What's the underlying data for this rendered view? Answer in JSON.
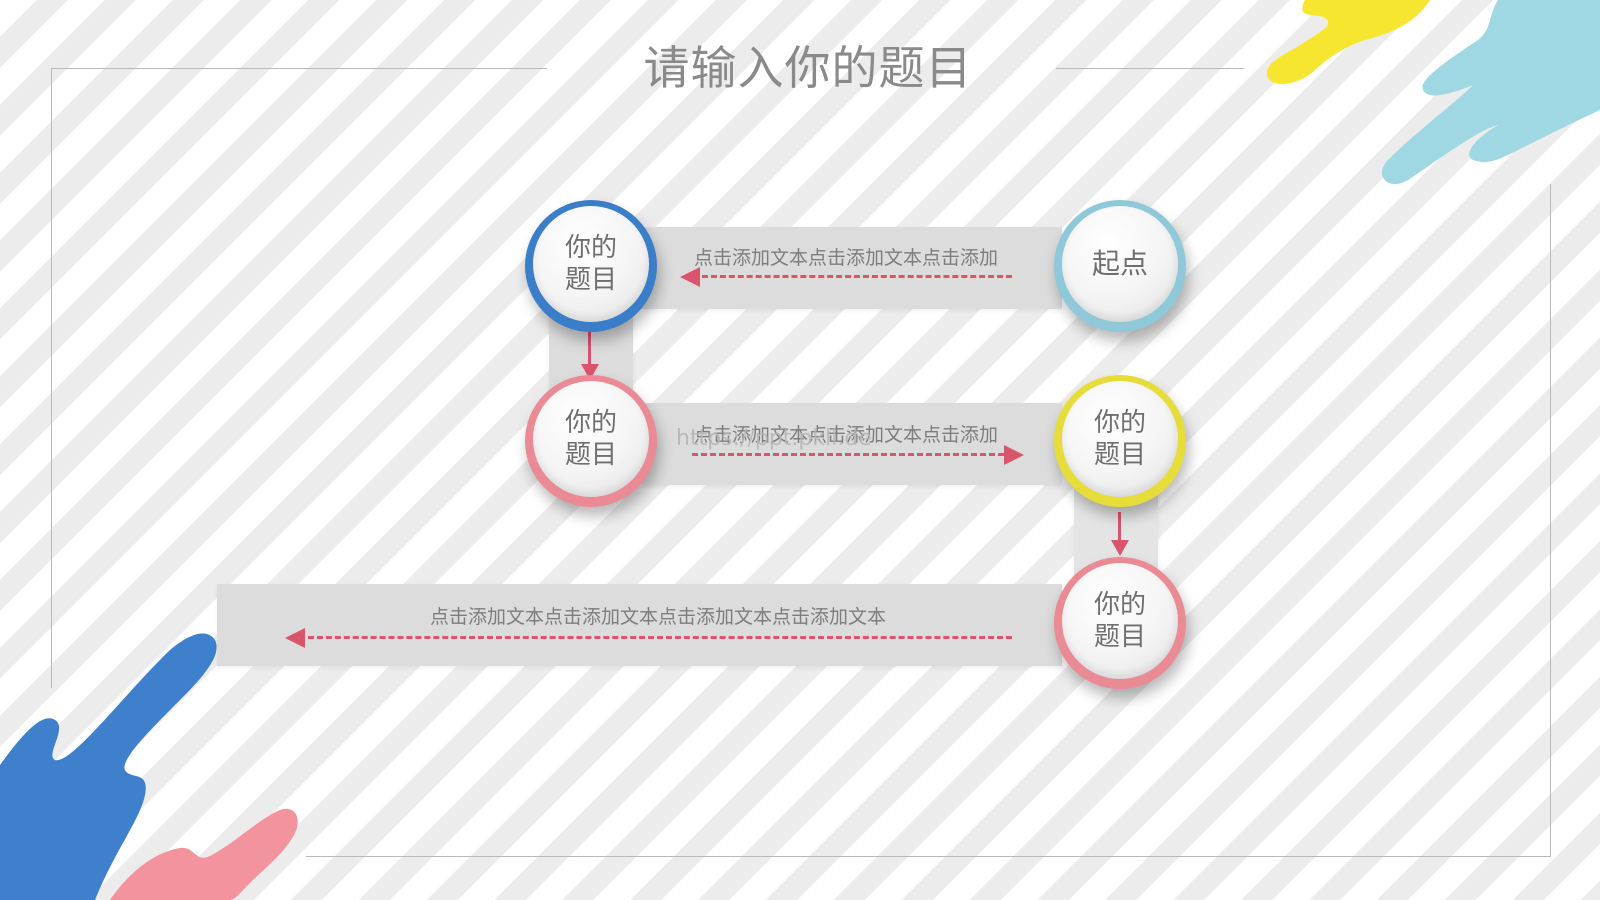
{
  "title": "请输入你的题目",
  "nodes": {
    "start": "起点",
    "step1": "你的题目",
    "step2": "你的题目",
    "step3": "你的题目",
    "step4": "你的题目"
  },
  "bands": {
    "top": "点击添加文本点击添加文本点击添加",
    "middle": "点击添加文本点击添加文本点击添加",
    "bottom": "点击添加文本点击添加文本点击添加文本点击添加文本"
  },
  "watermark": "https://ppt.pkll.de",
  "colors": {
    "blue": "#3a7dc9",
    "pink": "#e98a94",
    "teal": "#8fc9d9",
    "yellow": "#e6dd3a",
    "arrow": "#d9556b",
    "splash_yellow": "#f7e62f",
    "splash_cyan": "#9fd8e3",
    "splash_blue": "#3e80cc",
    "splash_pink": "#f2939e"
  }
}
